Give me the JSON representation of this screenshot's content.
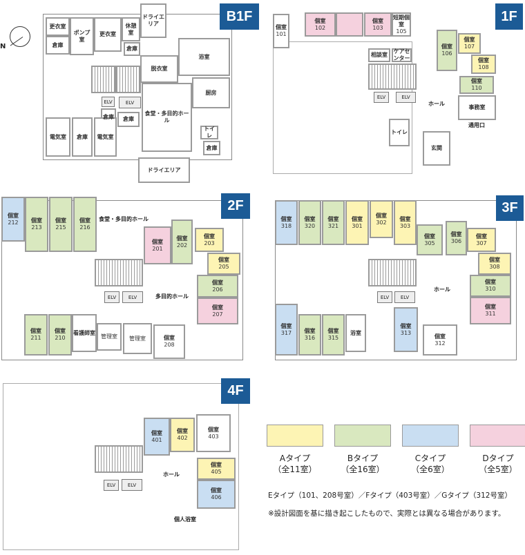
{
  "colors": {
    "A": "#fdf4b4",
    "B": "#d9e8bf",
    "C": "#c9def2",
    "D": "#f5d1de",
    "badge": "#1c5b96"
  },
  "compass": {
    "label": "N",
    "icon": "north-arrow-icon"
  },
  "floors": [
    {
      "id": "b1f",
      "badge": "B1F",
      "rooms": [
        {
          "key": "b1_kouii1",
          "label": "更衣室",
          "type": "W"
        },
        {
          "key": "b1_souko1",
          "label": "倉庫",
          "type": "W"
        },
        {
          "key": "b1_pump",
          "label": "ポンプ室",
          "type": "W"
        },
        {
          "key": "b1_kouii2",
          "label": "更衣室",
          "type": "W"
        },
        {
          "key": "b1_kyukei",
          "label": "休憩室",
          "type": "W"
        },
        {
          "key": "b1_souko2",
          "label": "倉庫",
          "type": "W"
        },
        {
          "key": "b1_dry1",
          "label": "ドライエリア",
          "type": "W"
        },
        {
          "key": "b1_datsui",
          "label": "脱衣室",
          "type": "W"
        },
        {
          "key": "b1_yoku",
          "label": "浴室",
          "type": "W"
        },
        {
          "key": "b1_chubo",
          "label": "厨房",
          "type": "W"
        },
        {
          "key": "b1_hall",
          "label": "食堂・多目的ホール",
          "type": "W"
        },
        {
          "key": "b1_souko3",
          "label": "倉庫",
          "type": "W"
        },
        {
          "key": "b1_souko4",
          "label": "倉庫",
          "type": "W"
        },
        {
          "key": "b1_denki1",
          "label": "電気室",
          "type": "W"
        },
        {
          "key": "b1_souko5",
          "label": "倉庫",
          "type": "W"
        },
        {
          "key": "b1_denki2",
          "label": "電気室",
          "type": "W"
        },
        {
          "key": "b1_toilet",
          "label": "トイレ",
          "type": "W"
        },
        {
          "key": "b1_souko6",
          "label": "倉庫",
          "type": "W"
        },
        {
          "key": "b1_dry2",
          "label": "ドライエリア",
          "type": "W"
        }
      ],
      "elv": [
        {
          "key": "b1_e1",
          "label": "ELV"
        },
        {
          "key": "b1_e2",
          "label": "ELV"
        }
      ],
      "stairs": [
        "b1_s1",
        "b1_s2"
      ]
    },
    {
      "id": "1f",
      "badge": "1F",
      "rooms": [
        {
          "key": "f1_101",
          "label": "個室",
          "number": "101",
          "type": "W"
        },
        {
          "key": "f1_102",
          "label": "個室",
          "number": "102",
          "type": "D"
        },
        {
          "key": "f1_104",
          "label": "",
          "type": "D"
        },
        {
          "key": "f1_103",
          "label": "個室",
          "number": "103",
          "type": "D"
        },
        {
          "key": "f1_105",
          "label": "短期個室",
          "number": "105",
          "type": "W"
        },
        {
          "key": "f1_soudan",
          "label": "相談室",
          "type": "W"
        },
        {
          "key": "f1_care",
          "label": "ケアセンター",
          "type": "W"
        },
        {
          "key": "f1_106",
          "label": "個室",
          "number": "106",
          "type": "B"
        },
        {
          "key": "f1_107",
          "label": "個室",
          "number": "107",
          "type": "A"
        },
        {
          "key": "f1_108",
          "label": "個室",
          "number": "108",
          "type": "A"
        },
        {
          "key": "f1_110",
          "label": "個室",
          "number": "110",
          "type": "B"
        },
        {
          "key": "f1_jimu",
          "label": "事務室",
          "type": "W"
        },
        {
          "key": "f1_toilet",
          "label": "トイレ",
          "type": "W"
        },
        {
          "key": "f1_genkan",
          "label": "玄関",
          "type": "W"
        }
      ],
      "texts": [
        {
          "key": "f1_hall_t",
          "text": "ホール"
        },
        {
          "key": "f1_tsuyo",
          "text": "通用口"
        }
      ],
      "elv": [
        {
          "key": "f1_e1",
          "label": "ELV"
        },
        {
          "key": "f1_e2",
          "label": "ELV"
        }
      ],
      "stairs": [
        "f1_s1"
      ]
    },
    {
      "id": "2f",
      "badge": "2F",
      "rooms": [
        {
          "key": "f2_212",
          "label": "個室",
          "number": "212",
          "type": "C"
        },
        {
          "key": "f2_213",
          "label": "個室",
          "number": "213",
          "type": "B"
        },
        {
          "key": "f2_215",
          "label": "個室",
          "number": "215",
          "type": "B"
        },
        {
          "key": "f2_216",
          "label": "個室",
          "number": "216",
          "type": "B"
        },
        {
          "key": "f2_201",
          "label": "個室",
          "number": "201",
          "type": "D"
        },
        {
          "key": "f2_202",
          "label": "個室",
          "number": "202",
          "type": "B"
        },
        {
          "key": "f2_203",
          "label": "個室",
          "number": "203",
          "type": "A"
        },
        {
          "key": "f2_205",
          "label": "個室",
          "number": "205",
          "type": "A"
        },
        {
          "key": "f2_206",
          "label": "個室",
          "number": "206",
          "type": "B"
        },
        {
          "key": "f2_207",
          "label": "個室",
          "number": "207",
          "type": "D"
        },
        {
          "key": "f2_211",
          "label": "個室",
          "number": "211",
          "type": "B"
        },
        {
          "key": "f2_210",
          "label": "個室",
          "number": "210",
          "type": "B"
        },
        {
          "key": "f2_kango",
          "label": "看護師室",
          "type": "W"
        },
        {
          "key": "f2_kanri1",
          "label": "管理室",
          "type": "S"
        },
        {
          "key": "f2_kanri2",
          "label": "管理室",
          "type": "S"
        },
        {
          "key": "f2_208",
          "label": "個室",
          "number": "208",
          "type": "W"
        }
      ],
      "texts": [
        {
          "key": "f2_shokudo",
          "text": "食堂・多目的ホール"
        },
        {
          "key": "f2_hall",
          "text": "多目的ホール"
        }
      ],
      "elv": [
        {
          "key": "f2_e1",
          "label": "ELV"
        },
        {
          "key": "f2_e2",
          "label": "ELV"
        }
      ],
      "stairs": [
        "f2_s1"
      ]
    },
    {
      "id": "3f",
      "badge": "3F",
      "rooms": [
        {
          "key": "f3_318",
          "label": "個室",
          "number": "318",
          "type": "C"
        },
        {
          "key": "f3_320",
          "label": "個室",
          "number": "320",
          "type": "B"
        },
        {
          "key": "f3_321",
          "label": "個室",
          "number": "321",
          "type": "B"
        },
        {
          "key": "f3_301",
          "label": "個室",
          "number": "301",
          "type": "A"
        },
        {
          "key": "f3_302",
          "label": "個室",
          "number": "302",
          "type": "A"
        },
        {
          "key": "f3_303",
          "label": "個室",
          "number": "303",
          "type": "A"
        },
        {
          "key": "f3_305",
          "label": "個室",
          "number": "305",
          "type": "B"
        },
        {
          "key": "f3_306",
          "label": "個室",
          "number": "306",
          "type": "B"
        },
        {
          "key": "f3_307",
          "label": "個室",
          "number": "307",
          "type": "A"
        },
        {
          "key": "f3_308",
          "label": "個室",
          "number": "308",
          "type": "A"
        },
        {
          "key": "f3_310",
          "label": "個室",
          "number": "310",
          "type": "B"
        },
        {
          "key": "f3_311",
          "label": "個室",
          "number": "311",
          "type": "D"
        },
        {
          "key": "f3_317",
          "label": "個室",
          "number": "317",
          "type": "C"
        },
        {
          "key": "f3_316",
          "label": "個室",
          "number": "316",
          "type": "B"
        },
        {
          "key": "f3_315",
          "label": "個室",
          "number": "315",
          "type": "B"
        },
        {
          "key": "f3_yoku",
          "label": "浴室",
          "type": "W"
        },
        {
          "key": "f3_313",
          "label": "個室",
          "number": "313",
          "type": "C"
        },
        {
          "key": "f3_312",
          "label": "個室",
          "number": "312",
          "type": "W"
        }
      ],
      "texts": [
        {
          "key": "f3_hall",
          "text": "ホール"
        }
      ],
      "elv": [
        {
          "key": "f3_e1",
          "label": "ELV"
        },
        {
          "key": "f3_e2",
          "label": "ELV"
        }
      ],
      "stairs": [
        "f3_s1"
      ]
    },
    {
      "id": "4f",
      "badge": "4F",
      "rooms": [
        {
          "key": "f4_401",
          "label": "個室",
          "number": "401",
          "type": "C"
        },
        {
          "key": "f4_402",
          "label": "個室",
          "number": "402",
          "type": "A"
        },
        {
          "key": "f4_403",
          "label": "個室",
          "number": "403",
          "type": "W"
        },
        {
          "key": "f4_405",
          "label": "個室",
          "number": "405",
          "type": "A"
        },
        {
          "key": "f4_406",
          "label": "個室",
          "number": "406",
          "type": "C"
        }
      ],
      "texts": [
        {
          "key": "f4_hall",
          "text": "ホール"
        },
        {
          "key": "f4_bath",
          "text": "個人浴室"
        }
      ],
      "elv": [
        {
          "key": "f4_e1",
          "label": "ELV"
        },
        {
          "key": "f4_e2",
          "label": "ELV"
        }
      ],
      "stairs": [
        "f4_s1"
      ]
    }
  ],
  "legend": [
    {
      "type": "A",
      "name": "Aタイプ",
      "count": "（全11室）"
    },
    {
      "type": "B",
      "name": "Bタイプ",
      "count": "（全16室）"
    },
    {
      "type": "C",
      "name": "Cタイプ",
      "count": "（全6室）"
    },
    {
      "type": "D",
      "name": "Dタイプ",
      "count": "（全5室）"
    }
  ],
  "notes": {
    "other_types": "Eタイプ（101、208号室）／Fタイプ（403号室）／Gタイプ（312号室）",
    "disclaimer": "※設計図面を基に描き起こしたもので、実際とは異なる場合があります。"
  }
}
